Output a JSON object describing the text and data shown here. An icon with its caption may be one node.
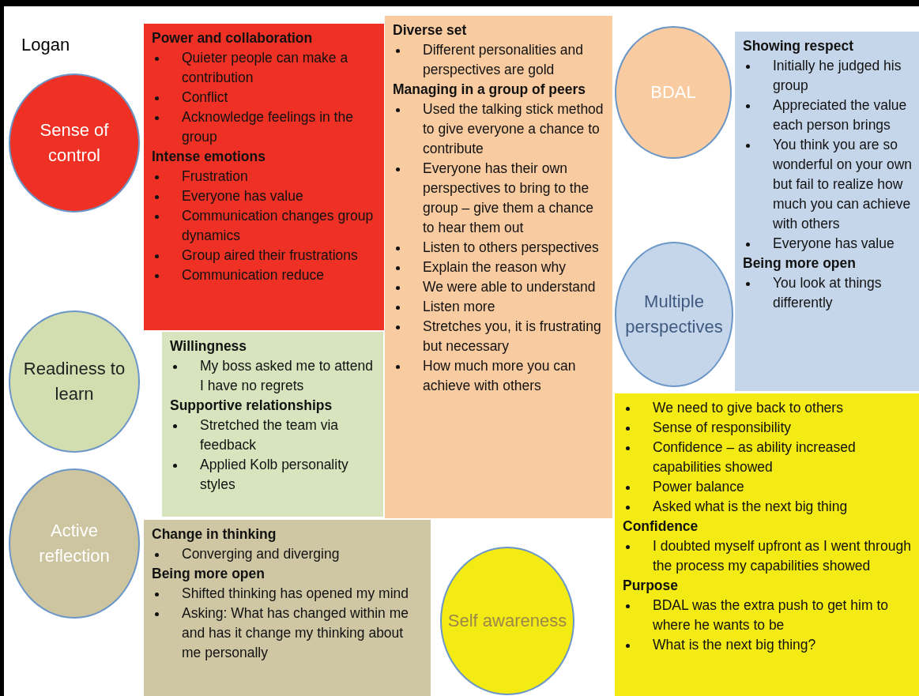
{
  "diagram": {
    "nodes": [
      {
        "text": [
          "Sense of control"
        ]
      },
      {
        "text": [
          "Power and collaboration",
          "Quieter people can make a contribution",
          "Conflict",
          "Acknowledge feelings in the group",
          "Intense emotions",
          "Frustration",
          "Everyone has value",
          "Communication changes group dynamics",
          "Group aired their frustrations",
          "Communication reduce"
        ]
      },
      {
        "text": [
          "Diverse set",
          "Different personalities and perspectives are gold",
          "Managing in a group of peers",
          "Used the talking stick method to give everyone a chance to contribute",
          "Everyone has their own perspectives to bring to the group – give them a chance to hear them out",
          "Listen to others perspectives",
          "Explain the reason why",
          "We were able to understand",
          "Listen more",
          "Stretches you, it is frustrating but necessary",
          "How much more you can achieve with others"
        ]
      },
      {
        "text": [
          "BDAL"
        ]
      },
      {
        "text": [
          "Showing respect",
          "Initially he judged his group",
          "Appreciated the value each person brings",
          "You think you are so wonderful on your own but fail to realize how much you can achieve with others",
          "Everyone has value",
          "Being more open",
          "You look at things differently"
        ]
      },
      {
        "text": [
          "Readiness to learn"
        ]
      },
      {
        "text": [
          "Willingness",
          "My boss asked me to attend I have no regrets",
          "Supportive relationships",
          "Stretched the team via feedback",
          "Applied Kolb personality styles"
        ]
      },
      {
        "text": [
          "Multiple perspectives"
        ]
      },
      {
        "text": [
          "We need to give back to others",
          "Sense of responsibility",
          "Confidence – as ability increased capabilities showed",
          "Power balance",
          "Asked what is the next big thing",
          "Confidence",
          "I doubted myself upfront as I went through the process my capabilities showed",
          "Purpose",
          "BDAL was the extra push to get him to where he wants to be",
          "What is the next big thing?"
        ]
      },
      {
        "text": [
          "Active reflection"
        ]
      },
      {
        "text": [
          "Change in thinking",
          "Converging and diverging",
          "Being more open",
          "Shifted thinking has opened my mind",
          "Asking: What has changed within me and has it change my thinking about me personally"
        ]
      },
      {
        "text": [
          "Self awareness"
        ]
      }
    ],
    "labels": [
      "Logan"
    ]
  }
}
